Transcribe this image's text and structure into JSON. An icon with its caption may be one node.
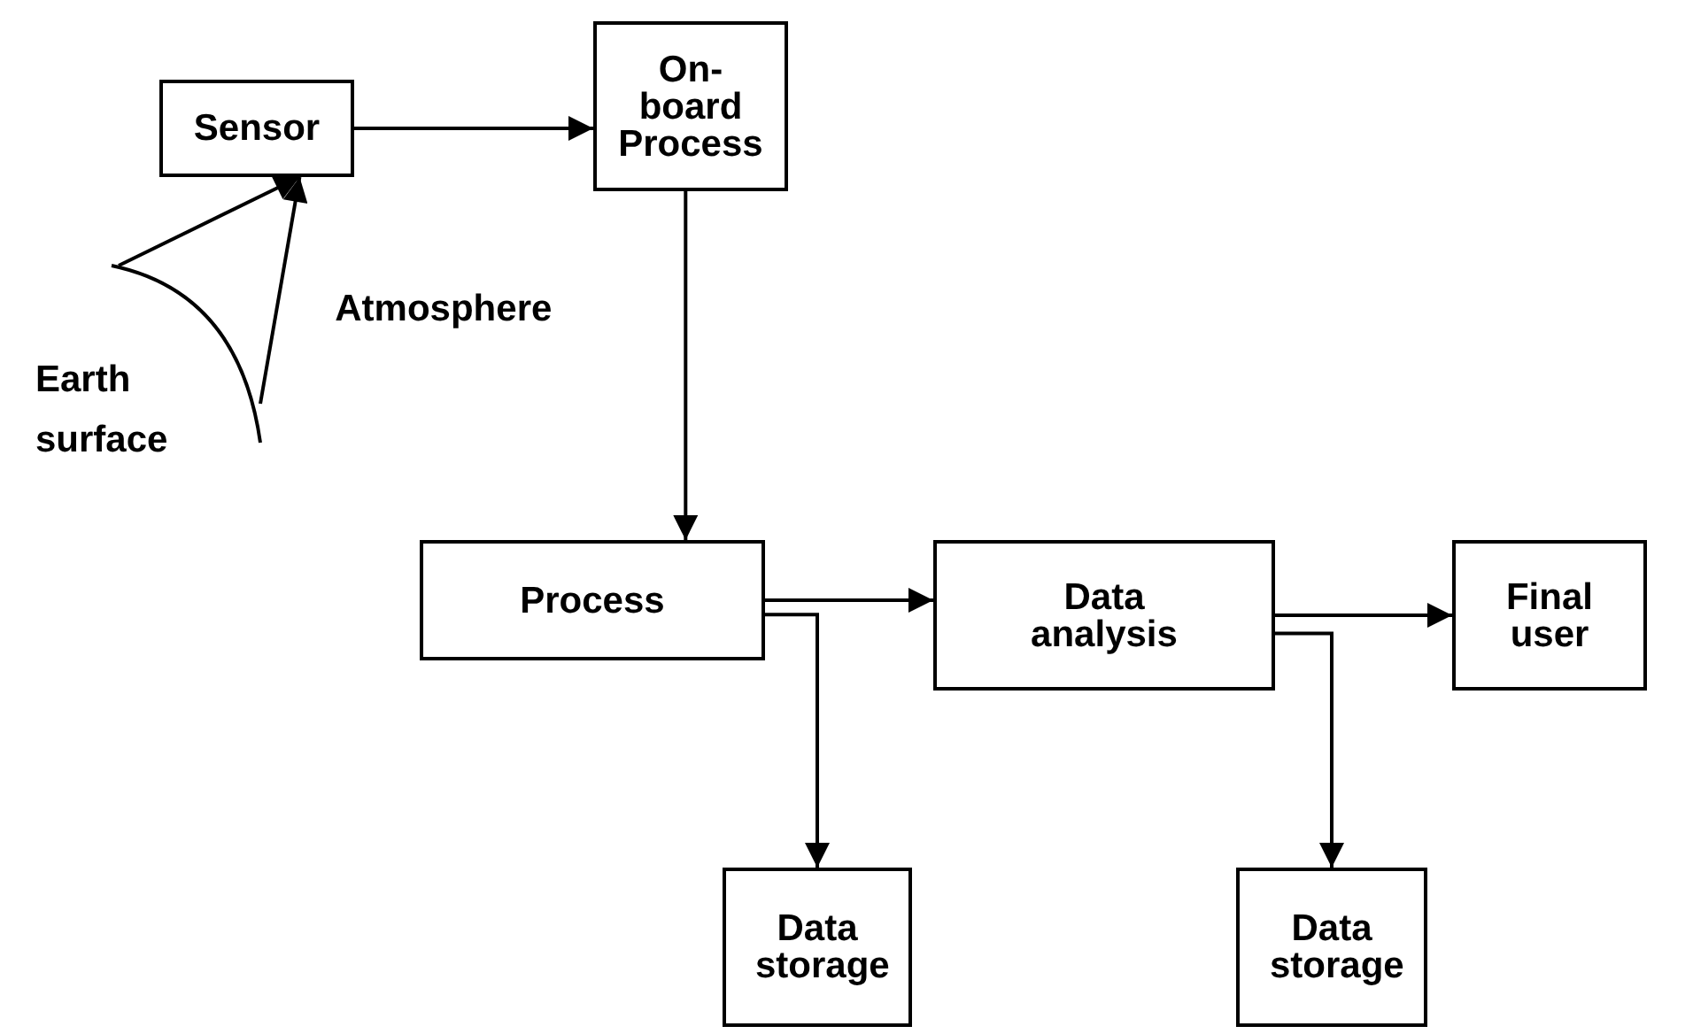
{
  "diagram": {
    "nodes": [
      {
        "text": [
          "Sensor"
        ]
      },
      {
        "text": [
          "On-board Process"
        ]
      },
      {
        "text": [],
        "shape": "curve",
        "beside": [
          "Earth surface"
        ]
      },
      {
        "text": [
          "Process"
        ]
      },
      {
        "text": [
          "Data analysis"
        ]
      },
      {
        "text": [
          "Final user"
        ]
      },
      {
        "text": [
          "Data storage"
        ]
      },
      {
        "text": [
          "Data storage"
        ]
      }
    ],
    "edges": [
      {
        "from": 0,
        "to": 1,
        "arrow": "to"
      },
      {
        "from": 2,
        "to": 0,
        "arrow": "to"
      },
      {
        "from": 2,
        "to": 0,
        "arrow": "to"
      },
      {
        "from": 1,
        "to": 3,
        "arrow": "to",
        "label": "Atmosphere"
      },
      {
        "from": 3,
        "to": 4,
        "arrow": "to"
      },
      {
        "from": 3,
        "to": 6,
        "arrow": "to"
      },
      {
        "from": 4,
        "to": 5,
        "arrow": "to"
      },
      {
        "from": 4,
        "to": 7,
        "arrow": "to"
      }
    ]
  }
}
